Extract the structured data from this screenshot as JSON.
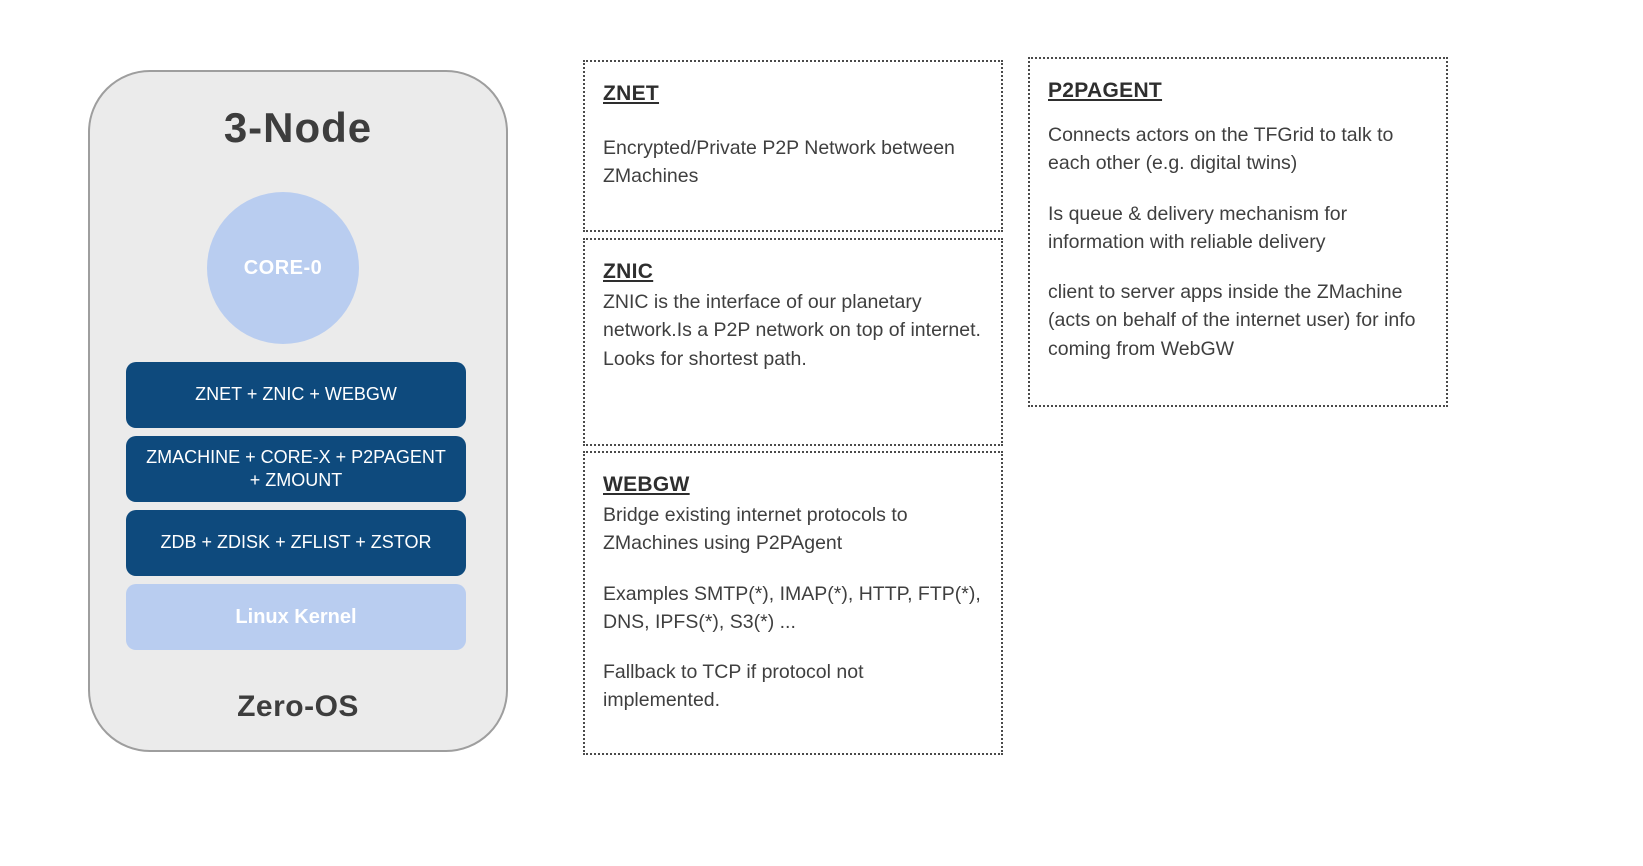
{
  "colors": {
    "panel_bg": "#ebebeb",
    "panel_border": "#9e9e9e",
    "layer_dark_blue": "#0e4a7d",
    "layer_light_blue": "#b9cdf0",
    "text_dark": "#3d3d3d"
  },
  "node_stack": {
    "title": "3-Node",
    "core_circle_label": "CORE-0",
    "layers": [
      {
        "label": "ZNET +  ZNIC + WEBGW",
        "style": "dark"
      },
      {
        "label": "ZMACHINE + CORE-X + P2PAGENT + ZMOUNT",
        "style": "dark"
      },
      {
        "label": "ZDB + ZDISK + ZFLIST + ZSTOR",
        "style": "dark"
      },
      {
        "label": "Linux Kernel",
        "style": "light"
      }
    ],
    "footer": "Zero-OS"
  },
  "info_boxes": [
    {
      "title": "ZNET",
      "paragraphs": [
        "Encrypted/Private P2P Network between ZMachines"
      ]
    },
    {
      "title": "ZNIC",
      "paragraphs": [
        "ZNIC is the interface of our planetary network.Is a P2P network on top of internet. Looks for shortest path."
      ]
    },
    {
      "title": "WEBGW",
      "paragraphs": [
        "Bridge existing internet protocols to ZMachines using P2PAgent",
        "Examples SMTP(*), IMAP(*), HTTP, FTP(*), DNS, IPFS(*), S3(*) ...",
        "Fallback to TCP if protocol not implemented."
      ]
    },
    {
      "title": "P2PAGENT",
      "paragraphs": [
        "Connects actors on the TFGrid to talk to each other (e.g. digital twins)",
        "Is queue & delivery mechanism for information with reliable delivery",
        "client to server apps inside the ZMachine (acts on behalf of the internet user) for info coming from WebGW"
      ]
    }
  ]
}
